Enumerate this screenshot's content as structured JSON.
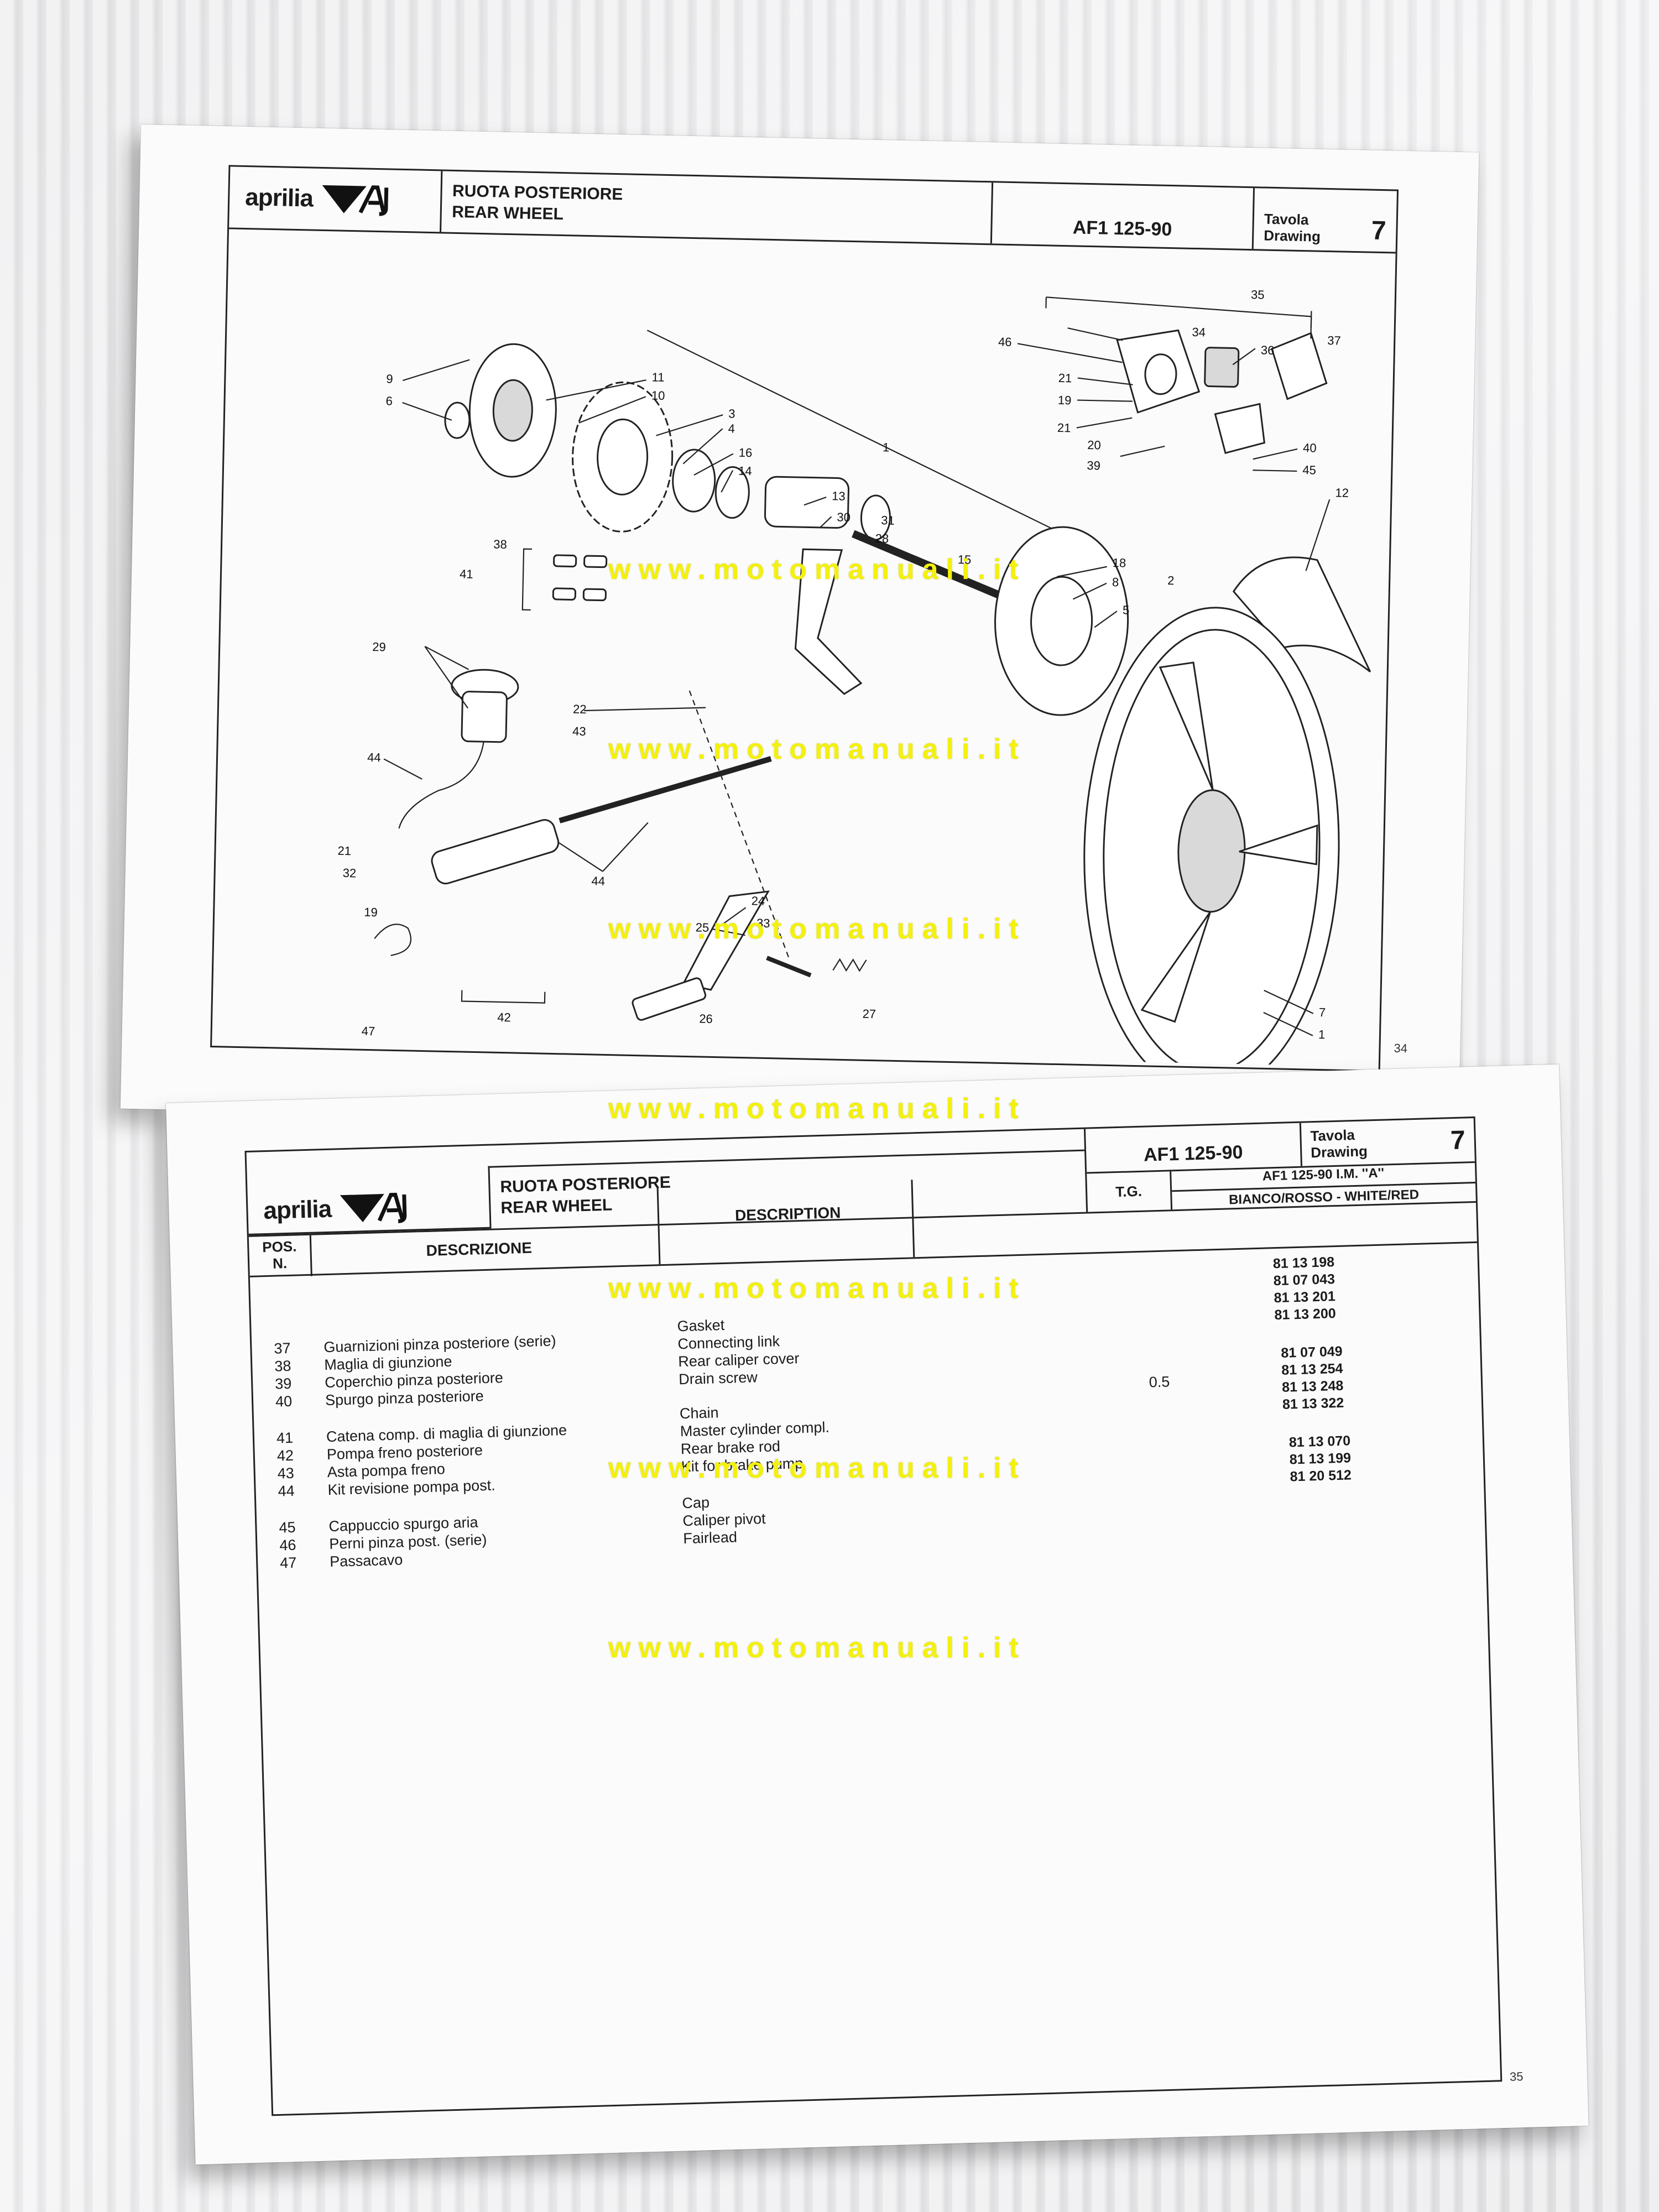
{
  "brand": "aprilia",
  "header": {
    "title_it": "RUOTA POSTERIORE",
    "title_en": "REAR WHEEL",
    "model": "AF1 125-90",
    "tavola": "Tavola",
    "drawing": "Drawing",
    "number": "7"
  },
  "top_page": {
    "page_number": "34",
    "callouts": {
      "c35": "35",
      "c37": "37",
      "c34": "34",
      "c46": "46",
      "c36": "36",
      "c21a": "21",
      "c19a": "19",
      "c21b": "21",
      "c20": "20",
      "c39": "39",
      "c40": "40",
      "c45": "45",
      "c12": "12",
      "c9": "9",
      "c6": "6",
      "c11": "11",
      "c10": "10",
      "c3": "3",
      "c4": "4",
      "c16": "16",
      "c14": "14",
      "c1a": "1",
      "c13": "13",
      "c30": "30",
      "c31": "31",
      "c28": "28",
      "c15": "15",
      "c18": "18",
      "c8": "8",
      "c5": "5",
      "c2": "2",
      "c38": "38",
      "c41": "41",
      "c29": "29",
      "c22": "22",
      "c43": "43",
      "c44a": "44",
      "c21c": "21",
      "c32": "32",
      "c19b": "19",
      "c44b": "44",
      "c42": "42",
      "c47": "47",
      "c25": "25",
      "c24": "24",
      "c33": "33",
      "c26": "26",
      "c27": "27",
      "c7": "7",
      "c1b": "1"
    }
  },
  "bottom_page": {
    "page_number": "35",
    "variant": "AF1 125-90  I.M. ''A''",
    "color": "BIANCO/ROSSO - WHITE/RED",
    "tg": "T.G.",
    "pos_label": "POS.",
    "n_label": "N.",
    "desc_it_label": "DESCRIZIONE",
    "desc_en_label": "DESCRIPTION",
    "rows": [
      {
        "pos": "37",
        "it": "Guarnizioni pinza posteriore (serie)",
        "en": "Gasket"
      },
      {
        "pos": "38",
        "it": "Maglia di giunzione",
        "en": "Connecting link"
      },
      {
        "pos": "39",
        "it": "Coperchio pinza posteriore",
        "en": "Rear caliper cover"
      },
      {
        "pos": "40",
        "it": "Spurgo pinza posteriore",
        "en": "Drain screw"
      },
      {
        "pos": "41",
        "it": "Catena comp. di maglia di giunzione",
        "en": "Chain"
      },
      {
        "pos": "42",
        "it": "Pompa freno posteriore",
        "en": "Master cylinder compl."
      },
      {
        "pos": "43",
        "it": "Asta pompa freno",
        "en": "Rear brake rod"
      },
      {
        "pos": "44",
        "it": "Kit revisione pompa post.",
        "en": "Kit for brake pump"
      },
      {
        "pos": "45",
        "it": "Cappuccio spurgo aria",
        "en": "Cap"
      },
      {
        "pos": "46",
        "it": "Perni pinza post. (serie)",
        "en": "Caliper pivot"
      },
      {
        "pos": "47",
        "it": "Passacavo",
        "en": "Fairlead"
      }
    ],
    "tg_value": "0.5",
    "codes": [
      "81 13 198",
      "81 07 043",
      "81 13 201",
      "81 13 200",
      "81 07 049",
      "81 13 254",
      "81 13 248",
      "81 13 322",
      "81 13 070",
      "81 13 199",
      "81 20 512"
    ]
  },
  "watermark": "www.motomanuali.it"
}
